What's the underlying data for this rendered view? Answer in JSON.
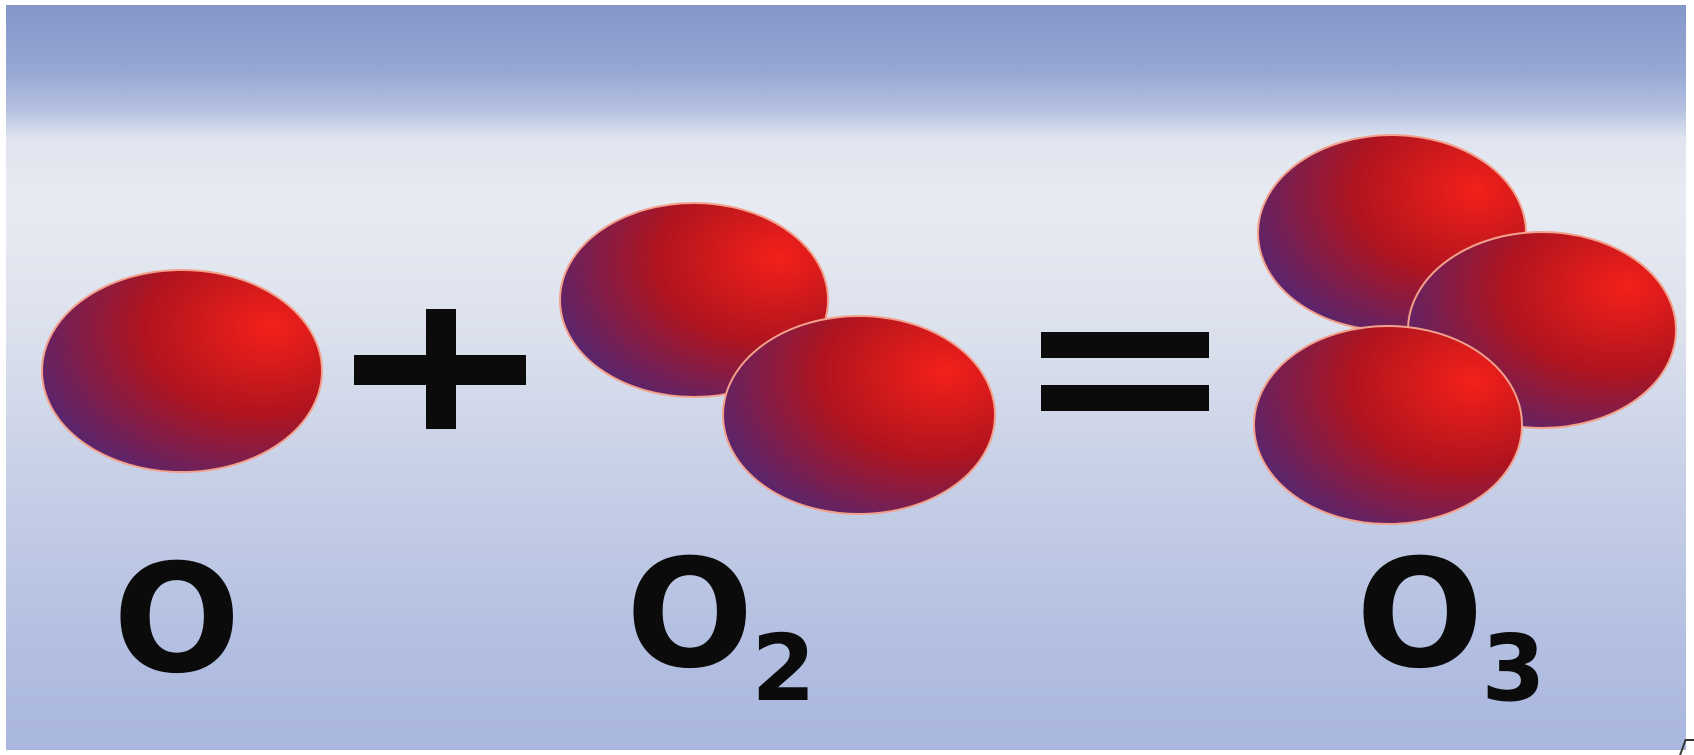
{
  "colors": {
    "atom_light": "#f4201a",
    "atom_mid": "#b0141e",
    "atom_dark": "#3e2a86",
    "background_top": "#8496c8",
    "background_bottom": "#a9b6de",
    "operator": "#0b0b0b"
  },
  "equation": {
    "reactant_1": {
      "symbol": "O",
      "subscript": "",
      "atom_count": 1
    },
    "operator_plus": "+",
    "reactant_2": {
      "symbol": "O",
      "subscript": "2",
      "atom_count": 2
    },
    "operator_equals": "=",
    "product": {
      "symbol": "O",
      "subscript": "3",
      "atom_count": 3
    }
  }
}
